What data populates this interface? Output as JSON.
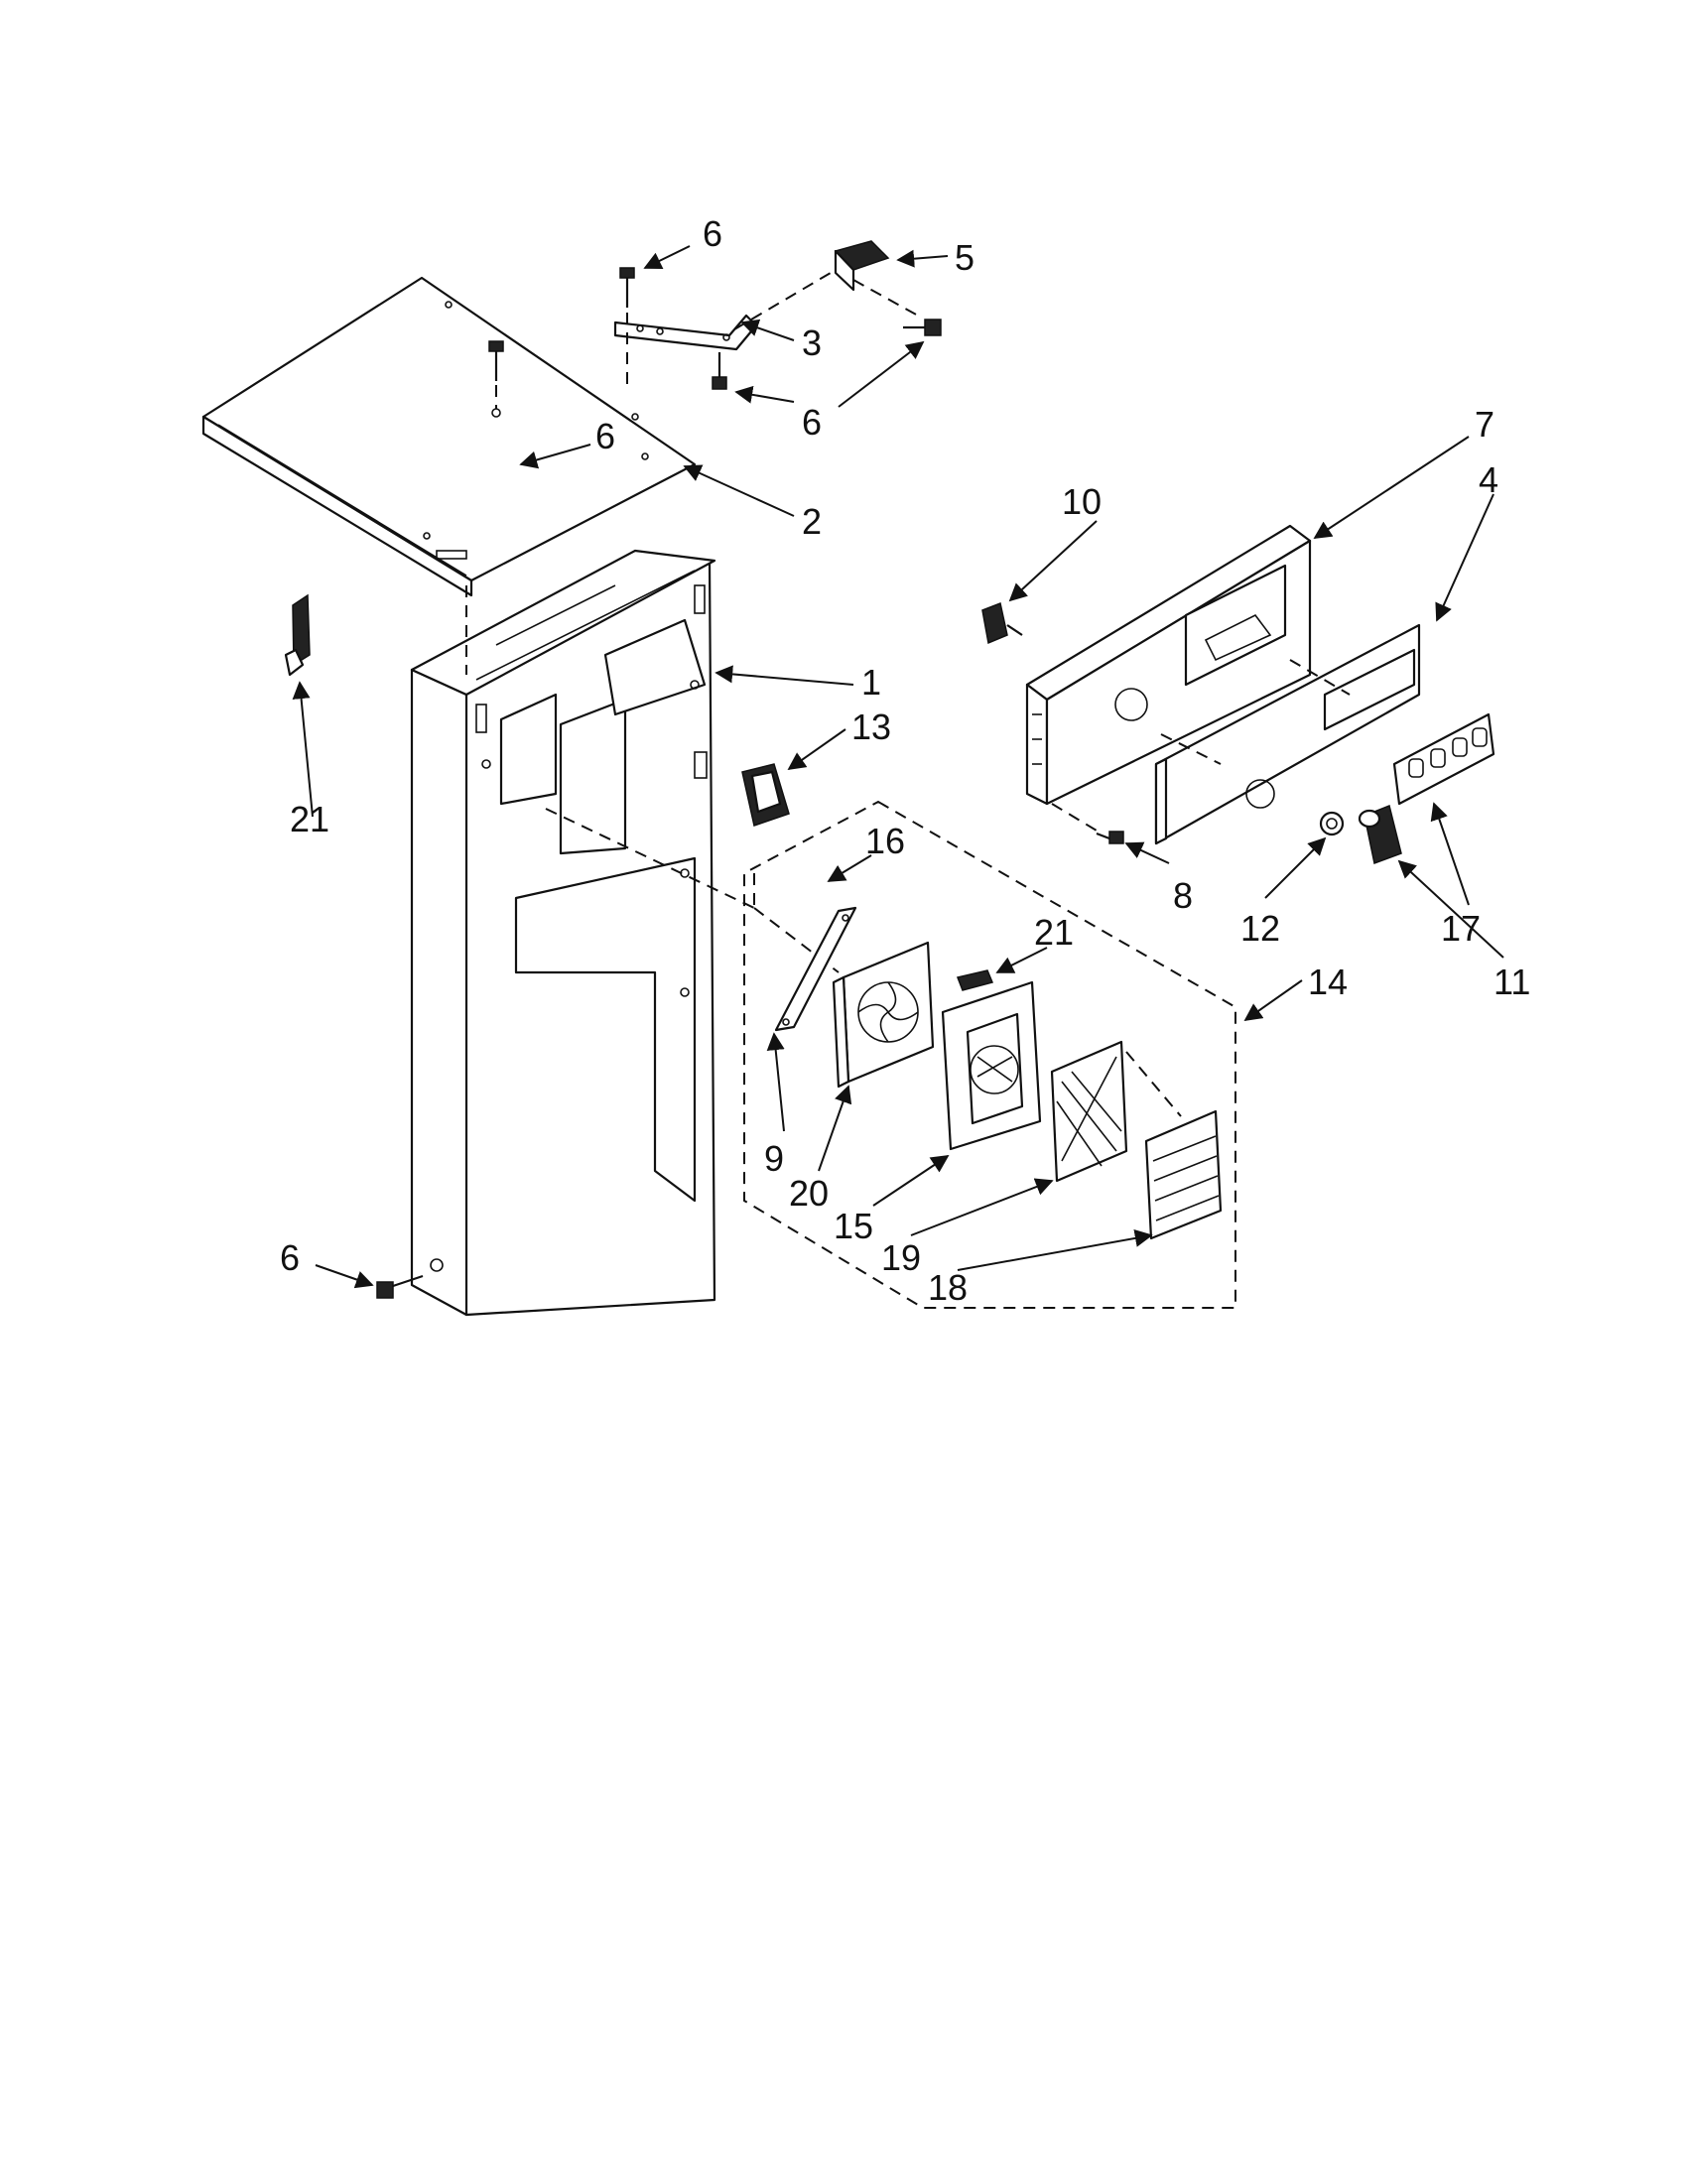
{
  "diagram": {
    "callouts": [
      "1",
      "2",
      "3",
      "4",
      "5",
      "6",
      "7",
      "8",
      "9",
      "10",
      "11",
      "12",
      "13",
      "14",
      "15",
      "16",
      "17",
      "18",
      "19",
      "20",
      "21"
    ],
    "accent_color": "#111111",
    "background_color": "#ffffff"
  }
}
